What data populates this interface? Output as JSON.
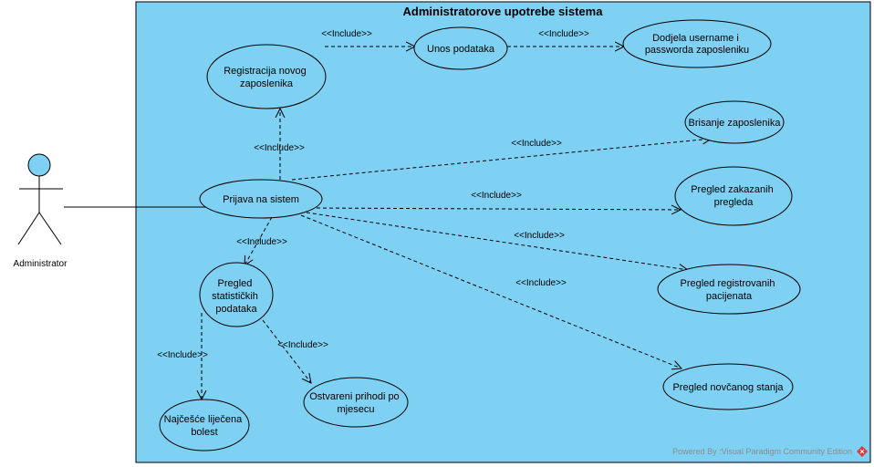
{
  "system": {
    "title": "Administratorove upotrebe sistema",
    "fill": "#7fd1f3"
  },
  "actor": {
    "label": "Administrator",
    "fill": "#7fd1f3"
  },
  "use_cases": {
    "registracija": [
      "Registracija novog",
      "zaposlenika"
    ],
    "unos": [
      "Unos podataka"
    ],
    "dodjela": [
      "Dodjela username i",
      "passworda zaposleniku"
    ],
    "brisanje": [
      "Brisanje zaposlenika"
    ],
    "prijava": [
      "Prijava na sistem"
    ],
    "zakazani": [
      "Pregled zakazanih",
      "pregleda"
    ],
    "registrovani": [
      "Pregled registrovanih",
      "pacijenata"
    ],
    "novcano": [
      "Pregled novčanog stanja"
    ],
    "statistika": [
      "Pregled",
      "statističkih",
      "podataka"
    ],
    "prihodi": [
      "Ostvareni prihodi po",
      "mjesecu"
    ],
    "bolest": [
      "Najčešće liječena",
      "bolest"
    ]
  },
  "relation_label": "<<Include>>",
  "footer": {
    "text": "Powered By :Visual Paradigm Community Edition",
    "logo_color": "#e0383a"
  }
}
